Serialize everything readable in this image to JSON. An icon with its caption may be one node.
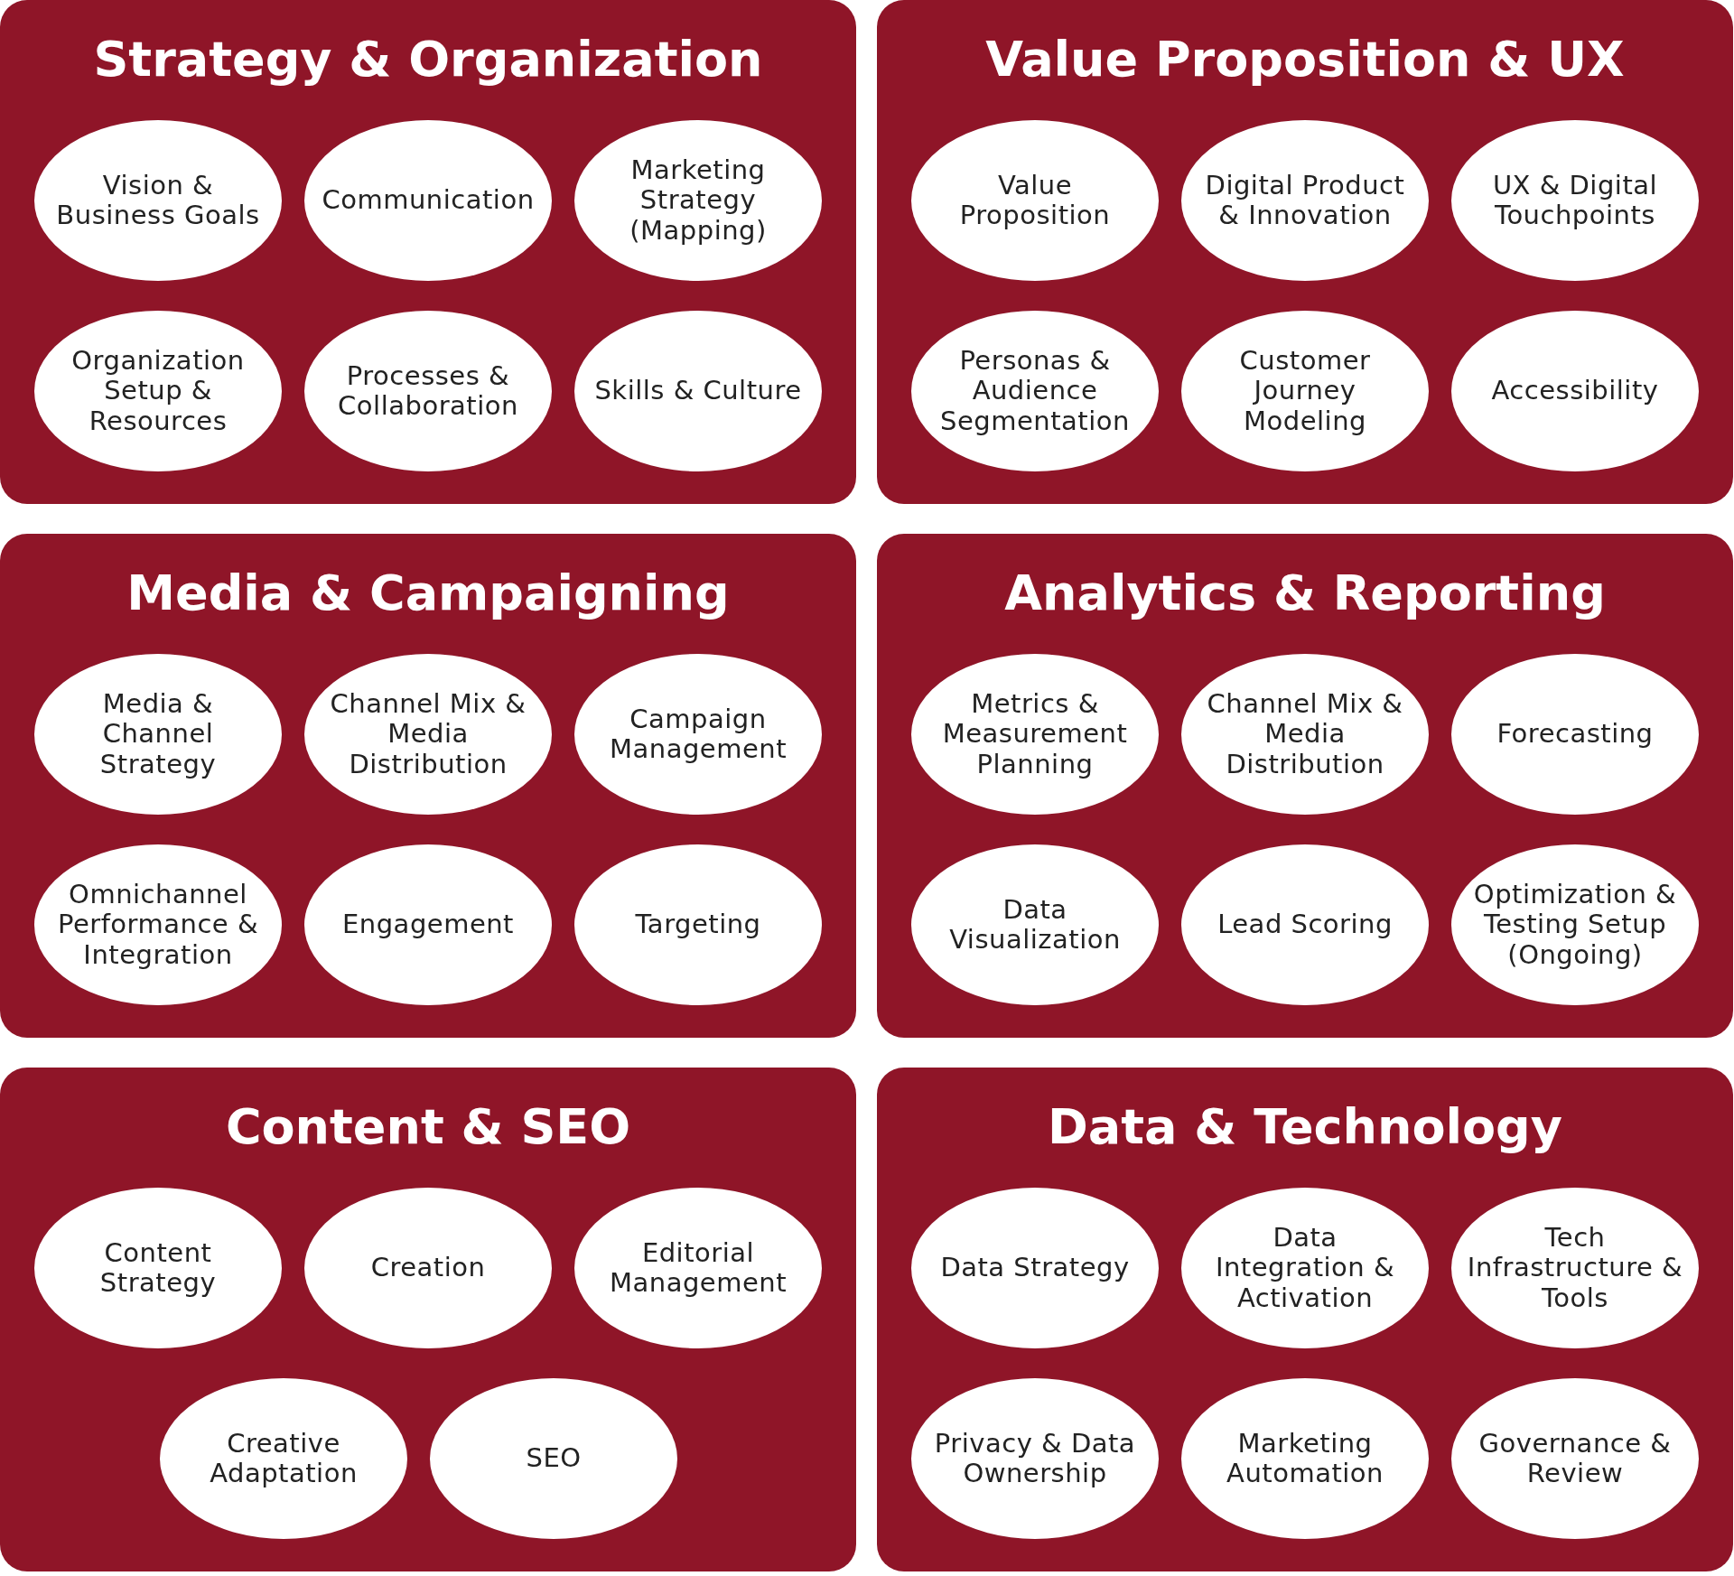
{
  "diagram": {
    "nodes": [
      {
        "text": [
          "Strategy & Organization"
        ]
      },
      {
        "text": [
          "Vision & Business Goals"
        ],
        "in": 0
      },
      {
        "text": [
          "Communication"
        ],
        "in": 0
      },
      {
        "text": [
          "Marketing Strategy (Mapping)"
        ],
        "in": 0
      },
      {
        "text": [
          "Organization Setup & Resources"
        ],
        "in": 0
      },
      {
        "text": [
          "Processes & Collaboration"
        ],
        "in": 0
      },
      {
        "text": [
          "Skills & Culture"
        ],
        "in": 0
      },
      {
        "text": [
          "Value Proposition & UX"
        ]
      },
      {
        "text": [
          "Value Proposition"
        ],
        "in": 7
      },
      {
        "text": [
          "Digital Product & Innovation"
        ],
        "in": 7
      },
      {
        "text": [
          "UX & Digital Touchpoints"
        ],
        "in": 7
      },
      {
        "text": [
          "Personas & Audience Segmentation"
        ],
        "in": 7
      },
      {
        "text": [
          "Customer Journey Modeling"
        ],
        "in": 7
      },
      {
        "text": [
          "Accessibility"
        ],
        "in": 7
      },
      {
        "text": [
          "Media & Campaigning"
        ]
      },
      {
        "text": [
          "Media & Channel Strategy"
        ],
        "in": 14
      },
      {
        "text": [
          "Channel Mix & Media Distribution"
        ],
        "in": 14
      },
      {
        "text": [
          "Campaign Management"
        ],
        "in": 14
      },
      {
        "text": [
          "Omnichannel Performance & Integration"
        ],
        "in": 14
      },
      {
        "text": [
          "Engagement"
        ],
        "in": 14
      },
      {
        "text": [
          "Targeting"
        ],
        "in": 14
      },
      {
        "text": [
          "Analytics & Reporting"
        ]
      },
      {
        "text": [
          "Metrics & Measurement Planning"
        ],
        "in": 21
      },
      {
        "text": [
          "Channel Mix & Media Distribution"
        ],
        "in": 21
      },
      {
        "text": [
          "Forecasting"
        ],
        "in": 21
      },
      {
        "text": [
          "Data Visualization"
        ],
        "in": 21
      },
      {
        "text": [
          "Lead Scoring"
        ],
        "in": 21
      },
      {
        "text": [
          "Optimization & Testing Setup (Ongoing)"
        ],
        "in": 21
      },
      {
        "text": [
          "Content & SEO"
        ]
      },
      {
        "text": [
          "Content Strategy"
        ],
        "in": 28
      },
      {
        "text": [
          "Creation"
        ],
        "in": 28
      },
      {
        "text": [
          "Editorial Management"
        ],
        "in": 28
      },
      {
        "text": [
          "Creative Adaptation"
        ],
        "in": 28
      },
      {
        "text": [
          "SEO"
        ],
        "in": 28
      },
      {
        "text": [
          "Data & Technology"
        ]
      },
      {
        "text": [
          "Data Strategy"
        ],
        "in": 34
      },
      {
        "text": [
          "Data Integration & Activation"
        ],
        "in": 34
      },
      {
        "text": [
          "Tech Infrastructure & Tools"
        ],
        "in": 34
      },
      {
        "text": [
          "Privacy & Data Ownership"
        ],
        "in": 34
      },
      {
        "text": [
          "Marketing Automation"
        ],
        "in": 34
      },
      {
        "text": [
          "Governance & Review"
        ],
        "in": 34
      }
    ]
  }
}
